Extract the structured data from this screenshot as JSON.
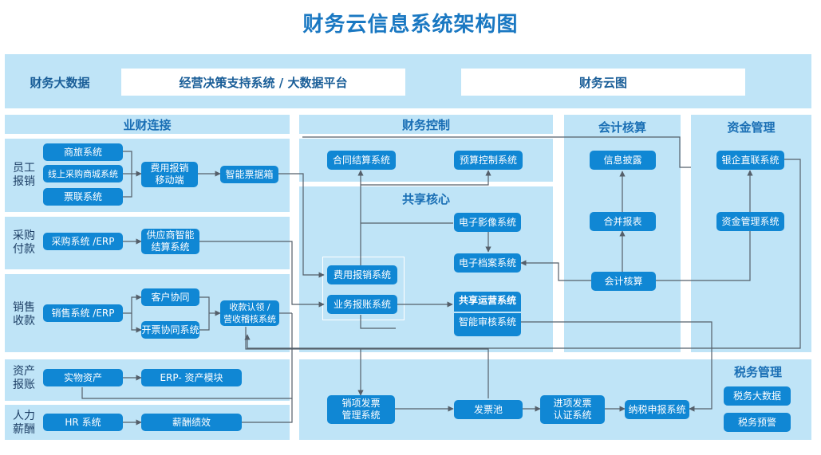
{
  "title": "财务云信息系统架构图",
  "top": {
    "label": "财务大数据",
    "bar1": "经营决策支持系统 / 大数据平台",
    "bar2": "财务云图"
  },
  "sections": {
    "business_finance": "业财连接",
    "finance_control": "财务控制",
    "shared_core": "共享核心",
    "accounting": "会计核算",
    "fund_mgmt": "资金管理",
    "tax_mgmt": "税务管理"
  },
  "rows": {
    "employee": "员工\n报销",
    "purchase": "采购\n付款",
    "sales": "销售\n收款",
    "asset": "资产\n报账",
    "hr": "人力\n薪酬"
  },
  "boxes": {
    "travel": "商旅系统",
    "online_mall": "线上采购商城系统",
    "ticket_link": "票联系统",
    "mobile_expense": "费用报销\n移动端",
    "smart_ticket": "智能票据箱",
    "purchase_erp": "采购系统 /ERP",
    "supplier_settle": "供应商智能\n结算系统",
    "sales_erp": "销售系统 /ERP",
    "customer_collab": "客户协同",
    "invoice_collab": "开票协同系统",
    "collection_verify": "收款认领 /\n营收稽核系统",
    "physical_asset": "实物资产",
    "erp_asset": "ERP- 资产模块",
    "hr_system": "HR 系统",
    "salary": "薪酬绩效",
    "contract_settle": "合同结算系统",
    "budget_control": "预算控制系统",
    "e_image": "电子影像系统",
    "e_archive": "电子档案系统",
    "expense_system": "费用报销系统",
    "business_ledger": "业务报账系统",
    "shared_ops": "共享运营系统",
    "smart_audit": "智能审核系统",
    "sales_invoice": "销项发票\n管理系统",
    "invoice_pool": "发票池",
    "input_invoice": "进项发票\n认证系统",
    "tax_declare": "纳税申报系统",
    "info_disclosure": "信息披露",
    "consolidated": "合并报表",
    "accounting_box": "会计核算",
    "bank_enterprise": "银企直联系统",
    "fund_system": "资金管理系统",
    "tax_bigdata": "税务大数据",
    "tax_alert": "税务预警"
  },
  "colors": {
    "title": "#1a78c2",
    "panel": "#bfe4f7",
    "box": "#1087d4",
    "line": "#555f6a"
  }
}
